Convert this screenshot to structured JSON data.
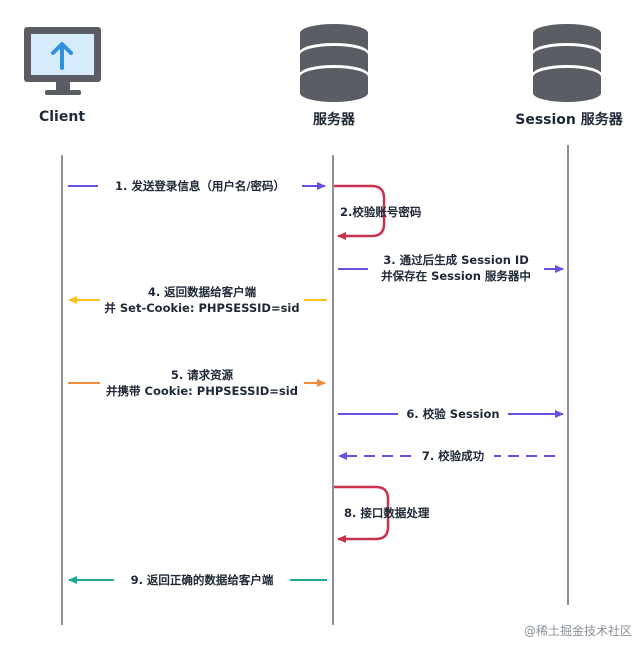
{
  "actors": {
    "client": "Client",
    "server": "服务器",
    "session_server": "Session 服务器"
  },
  "colors": {
    "purple": "#6b4fe0",
    "red": "#c8334f",
    "yellow": "#f5c123",
    "orange": "#ee8c3b",
    "teal": "#1fa893",
    "lifeline": "#8a8f98",
    "db_dark": "#5a5d63",
    "monitor": "#5a5d63",
    "screen": "#d6ecfb",
    "arrow_up": "#2f8fe0"
  },
  "messages": {
    "m1": "1. 发送登录信息（用户名/密码）",
    "m2": "2.校验账号密码",
    "m3_line1": "3. 通过后生成 Session ID",
    "m3_line2": "并保存在 Session 服务器中",
    "m4_line1": "4. 返回数据给客户端",
    "m4_line2": "并 Set-Cookie: PHPSESSID=sid",
    "m5_line1": "5. 请求资源",
    "m5_line2": "并携带 Cookie: PHPSESSID=sid",
    "m6": "6. 校验 Session",
    "m7": "7. 校验成功",
    "m8": "8. 接口数据处理",
    "m9": "9. 返回正确的数据给客户端"
  },
  "watermark": "@稀土掘金技术社区"
}
